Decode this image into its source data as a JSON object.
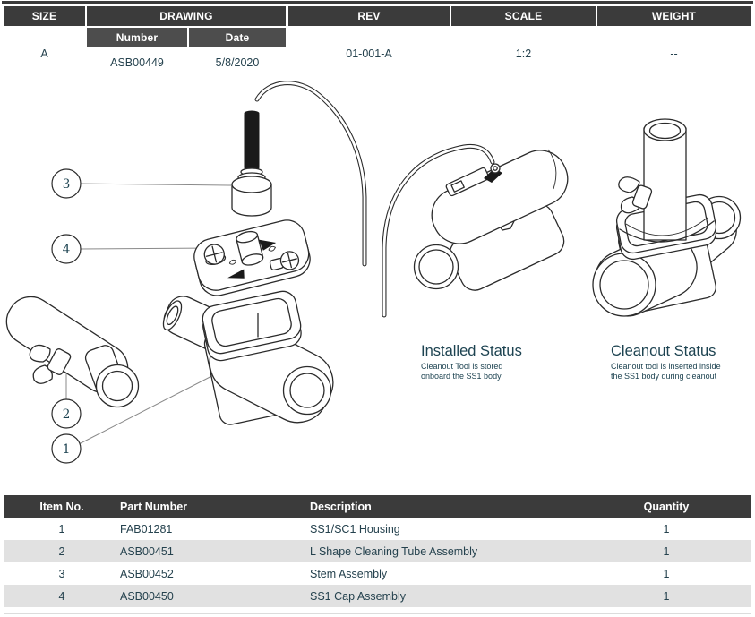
{
  "title_block": {
    "headers": {
      "size": "SIZE",
      "drawing": "DRAWING",
      "number": "Number",
      "date": "Date",
      "rev": "REV",
      "scale": "SCALE",
      "weight": "WEIGHT"
    },
    "values": {
      "size": "A",
      "number": "ASB00449",
      "date": "5/8/2020",
      "rev": "01-001-A",
      "scale": "1:2",
      "weight": "--"
    }
  },
  "diagram": {
    "callouts": [
      "1",
      "2",
      "3",
      "4"
    ],
    "views": {
      "installed": {
        "title": "Installed Status",
        "caption_line1": "Cleanout Tool is stored",
        "caption_line2": "onboard the SS1 body"
      },
      "cleanout": {
        "title": "Cleanout Status",
        "caption_line1": "Cleanout tool is inserted inside",
        "caption_line2": "the SS1 body during cleanout"
      }
    }
  },
  "bom": {
    "headers": {
      "item": "Item No.",
      "part": "Part Number",
      "desc": "Description",
      "qty": "Quantity"
    },
    "rows": [
      {
        "item": "1",
        "part": "FAB01281",
        "desc": "SS1/SC1 Housing",
        "qty": "1"
      },
      {
        "item": "2",
        "part": "ASB00451",
        "desc": "L Shape Cleaning Tube Assembly",
        "qty": "1"
      },
      {
        "item": "3",
        "part": "ASB00452",
        "desc": "Stem Assembly",
        "qty": "1"
      },
      {
        "item": "4",
        "part": "ASB00450",
        "desc": "SS1 Cap Assembly",
        "qty": "1"
      }
    ]
  },
  "colors": {
    "header_bg": "#3b3b3b",
    "subheader_bg": "#4d4d4d",
    "row_alt_bg": "#e1e1e1",
    "ink": "#25424e",
    "line_art": "#2b2b2b"
  }
}
